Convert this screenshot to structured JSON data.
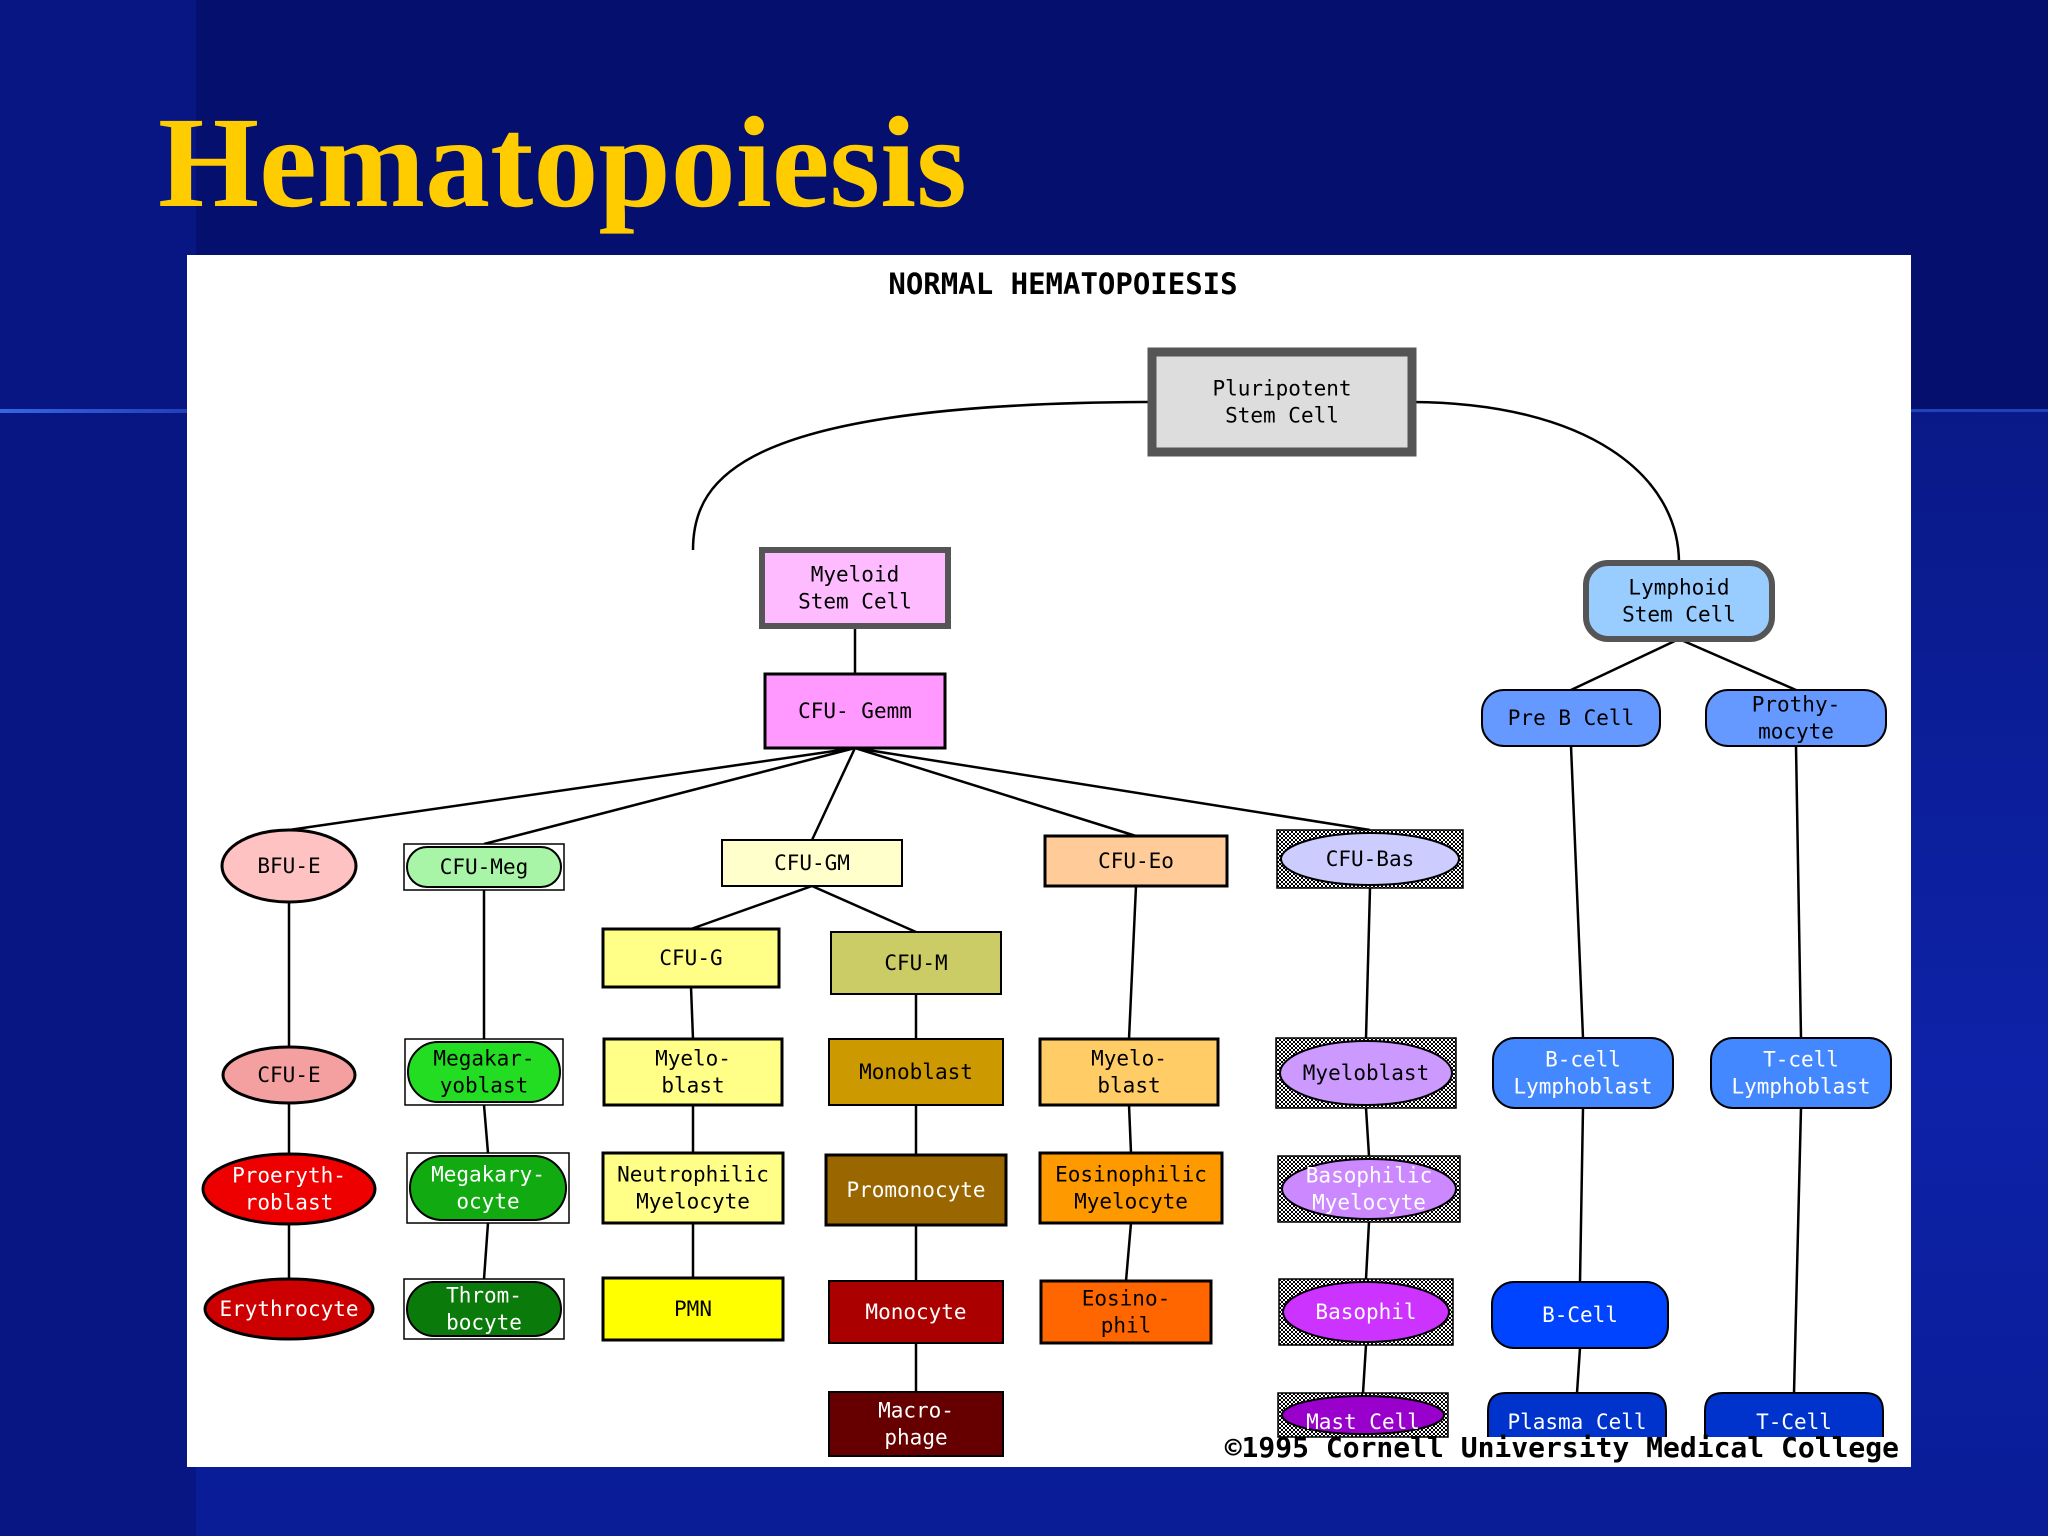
{
  "slide": {
    "title": "Hematopoiesis"
  },
  "diagram": {
    "title": "NORMAL HEMATOPOIESIS",
    "copyright": "©1995 Cornell University Medical College"
  },
  "nodes": {
    "pluripotent": [
      "Pluripotent",
      "Stem  Cell"
    ],
    "myeloid": [
      "Myeloid",
      "Stem Cell"
    ],
    "lymphoid": [
      "Lymphoid",
      "Stem Cell"
    ],
    "cfu_gemm": [
      "CFU- Gemm"
    ],
    "bfu_e": [
      "BFU-E"
    ],
    "cfu_meg": [
      "CFU-Meg"
    ],
    "cfu_gm": [
      "CFU-GM"
    ],
    "cfu_eo": [
      "CFU-Eo"
    ],
    "cfu_bas": [
      "CFU-Bas"
    ],
    "cfu_g": [
      "CFU-G"
    ],
    "cfu_m": [
      "CFU-M"
    ],
    "pre_b": [
      "Pre B Cell"
    ],
    "prothymocyte": [
      "Prothy-",
      "mocyte"
    ],
    "cfu_e": [
      "CFU-E"
    ],
    "megakaryoblast": [
      "Megakar-",
      "yoblast"
    ],
    "myeloblast_g": [
      "Myelo-",
      "blast"
    ],
    "monoblast": [
      "Monoblast"
    ],
    "myeloblast_eo": [
      "Myelo-",
      "blast"
    ],
    "myeloblast_bas": [
      "Myeloblast"
    ],
    "b_lymphoblast": [
      "B-cell",
      "Lymphoblast"
    ],
    "t_lymphoblast": [
      "T-cell",
      "Lymphoblast"
    ],
    "proerythroblast": [
      "Proeryth-",
      "roblast"
    ],
    "megakaryocyte": [
      "Megakary-",
      "ocyte"
    ],
    "neutrophilic_myelocyte": [
      "Neutrophilic",
      "Myelocyte"
    ],
    "promonocyte": [
      "Promonocyte"
    ],
    "eosinophilic_myelocyte": [
      "Eosinophilic",
      "Myelocyte"
    ],
    "basophilic_myelocyte": [
      "Basophilic",
      "Myelocyte"
    ],
    "erythrocyte": [
      "Erythrocyte"
    ],
    "thrombocyte": [
      "Throm-",
      "bocyte"
    ],
    "pmn": [
      "PMN"
    ],
    "monocyte": [
      "Monocyte"
    ],
    "eosinophil": [
      "Eosino-",
      "phil"
    ],
    "basophil": [
      "Basophil"
    ],
    "b_cell": [
      "B-Cell"
    ],
    "macrophage": [
      "Macro-",
      "phage"
    ],
    "mast_cell": [
      "Mast Cell"
    ],
    "plasma_cell": [
      "Plasma Cell"
    ],
    "t_cell": [
      "T-Cell"
    ]
  },
  "colors": {
    "title_gold": "#ffcc00",
    "erythroid_light": "#ffc2c2",
    "erythroid_mid": "#f5a0a0",
    "erythroid_red": "#ee0000",
    "erythroid_dark": "#cc0000",
    "meg_light": "#a8f5a8",
    "meg_mid": "#22dd22",
    "meg_dark": "#11aa11",
    "meg_darkest": "#0a7a0a",
    "gm_light": "#ffffcc",
    "g_mid": "#ffff88",
    "g_strong": "#ffff00",
    "m_olive": "#cccc66",
    "m_ochre": "#cc9900",
    "m_brown": "#996600",
    "m_red": "#aa0000",
    "m_maroon": "#660000",
    "eo_light": "#ffcc99",
    "eo_mid": "#ffcc66",
    "eo_orange": "#ff9900",
    "eo_strong": "#ff6600",
    "bas_light": "#ccccff",
    "bas_mid": "#cc99ff",
    "bas_violet": "#cc88ff",
    "bas_purple": "#cc33ff",
    "bas_deep": "#9900cc",
    "lymph_light": "#99ccff",
    "lymph_mid": "#6699ff",
    "lymph_strong": "#4488ff",
    "lymph_blue": "#0044ff",
    "lymph_deep": "#0033cc",
    "myeloid_pink": "#ffbbff",
    "gemm_pink": "#ff99ff",
    "stem_gray": "#dddddd"
  }
}
